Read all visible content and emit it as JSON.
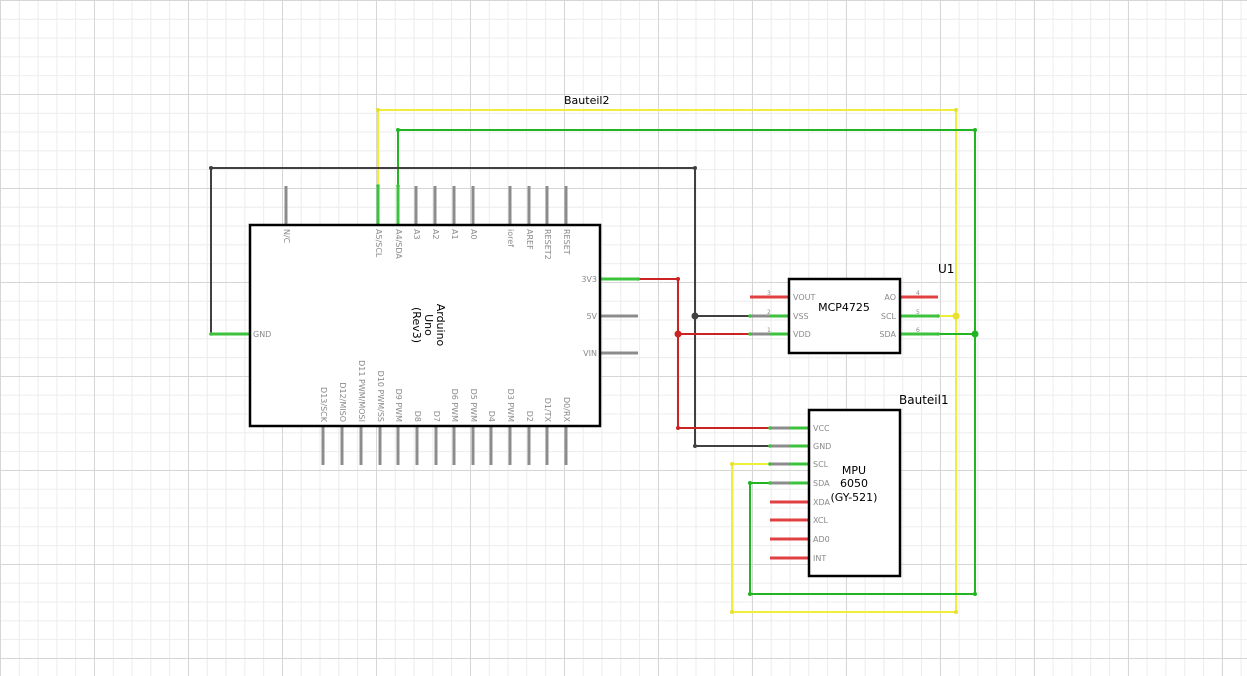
{
  "arduino": {
    "title_lines": [
      "Arduino",
      "Uno",
      "(Rev3)"
    ],
    "top_pins": [
      "N/C",
      "A5/SCL",
      "A4/SDA",
      "A3",
      "A2",
      "A1",
      "A0",
      "ioref",
      "AREF",
      "RESET2",
      "RESET"
    ],
    "bottom_pins": [
      "D13/SCK",
      "D12/MISO",
      "D11 PWM/MOSI",
      "D10 PWM/SS",
      "D9 PWM",
      "D8",
      "D7",
      "D6 PWM",
      "D5 PWM",
      "D4",
      "D3 PWM",
      "D2",
      "D1/TX",
      "D0/RX"
    ],
    "right_pins": [
      "3V3",
      "5V",
      "VIN"
    ],
    "left_pins": [
      "GND"
    ]
  },
  "dac": {
    "name": "MCP4725",
    "ref": "U1",
    "left_pins": [
      {
        "label": "VOUT",
        "num": "3"
      },
      {
        "label": "VSS",
        "num": "2"
      },
      {
        "label": "VDD",
        "num": "1"
      }
    ],
    "right_pins": [
      {
        "label": "AO",
        "num": "4"
      },
      {
        "label": "SCL",
        "num": "5"
      },
      {
        "label": "SDA",
        "num": "6"
      }
    ]
  },
  "imu": {
    "title_lines": [
      "MPU",
      "6050",
      "(GY-521)"
    ],
    "ref": "Bauteil1",
    "pins": [
      "VCC",
      "GND",
      "SCL",
      "SDA",
      "XDA",
      "XCL",
      "AD0",
      "INT"
    ]
  },
  "labels": {
    "bauteil2": "Bauteil2"
  },
  "colors": {
    "gnd_wire": "#404040",
    "sda_wire": "#22b522",
    "scl_wire": "#f2ec3a",
    "power_wire": "#cc2222"
  }
}
